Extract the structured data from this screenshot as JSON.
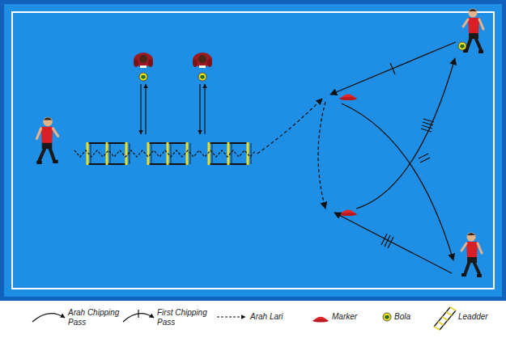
{
  "diagram": {
    "legend": [
      {
        "text": "Arah Chipping Pass"
      },
      {
        "text": "First Chipping Pass"
      },
      {
        "text": "Arah Lari"
      },
      {
        "text": "Marker"
      },
      {
        "text": "Bola"
      },
      {
        "text": "Leadder"
      }
    ]
  }
}
